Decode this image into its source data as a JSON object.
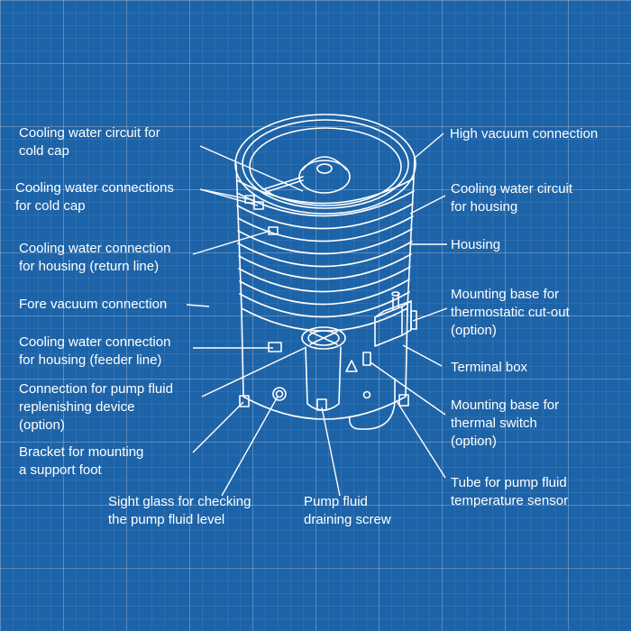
{
  "labels": {
    "cooling_circuit_cold_cap": "Cooling water circuit for\ncold cap",
    "cooling_connections_cold_cap": "Cooling water connections\nfor cold cap",
    "cooling_connection_return": "Cooling water connection\nfor housing (return line)",
    "fore_vacuum": "Fore vacuum connection",
    "cooling_connection_feeder": "Cooling water connection\nfor housing (feeder line)",
    "pump_fluid_replenishing": "Connection for pump fluid\nreplenishing device\n(option)",
    "bracket_support_foot": "Bracket for mounting\na support foot",
    "sight_glass": "Sight glass for checking\nthe pump fluid level",
    "draining_screw": "Pump fluid\ndraining screw",
    "high_vacuum": "High vacuum connection",
    "cooling_circuit_housing": "Cooling water circuit\nfor housing",
    "housing": "Housing",
    "thermostatic_base": "Mounting base for\nthermostatic cut-out\n(option)",
    "terminal_box": "Terminal box",
    "thermal_switch_base": "Mounting base for\nthermal switch\n(option)",
    "temp_sensor_tube": "Tube for pump fluid\ntemperature sensor"
  },
  "colors": {
    "background": "#1d63a8",
    "lines": "#ffffff"
  }
}
